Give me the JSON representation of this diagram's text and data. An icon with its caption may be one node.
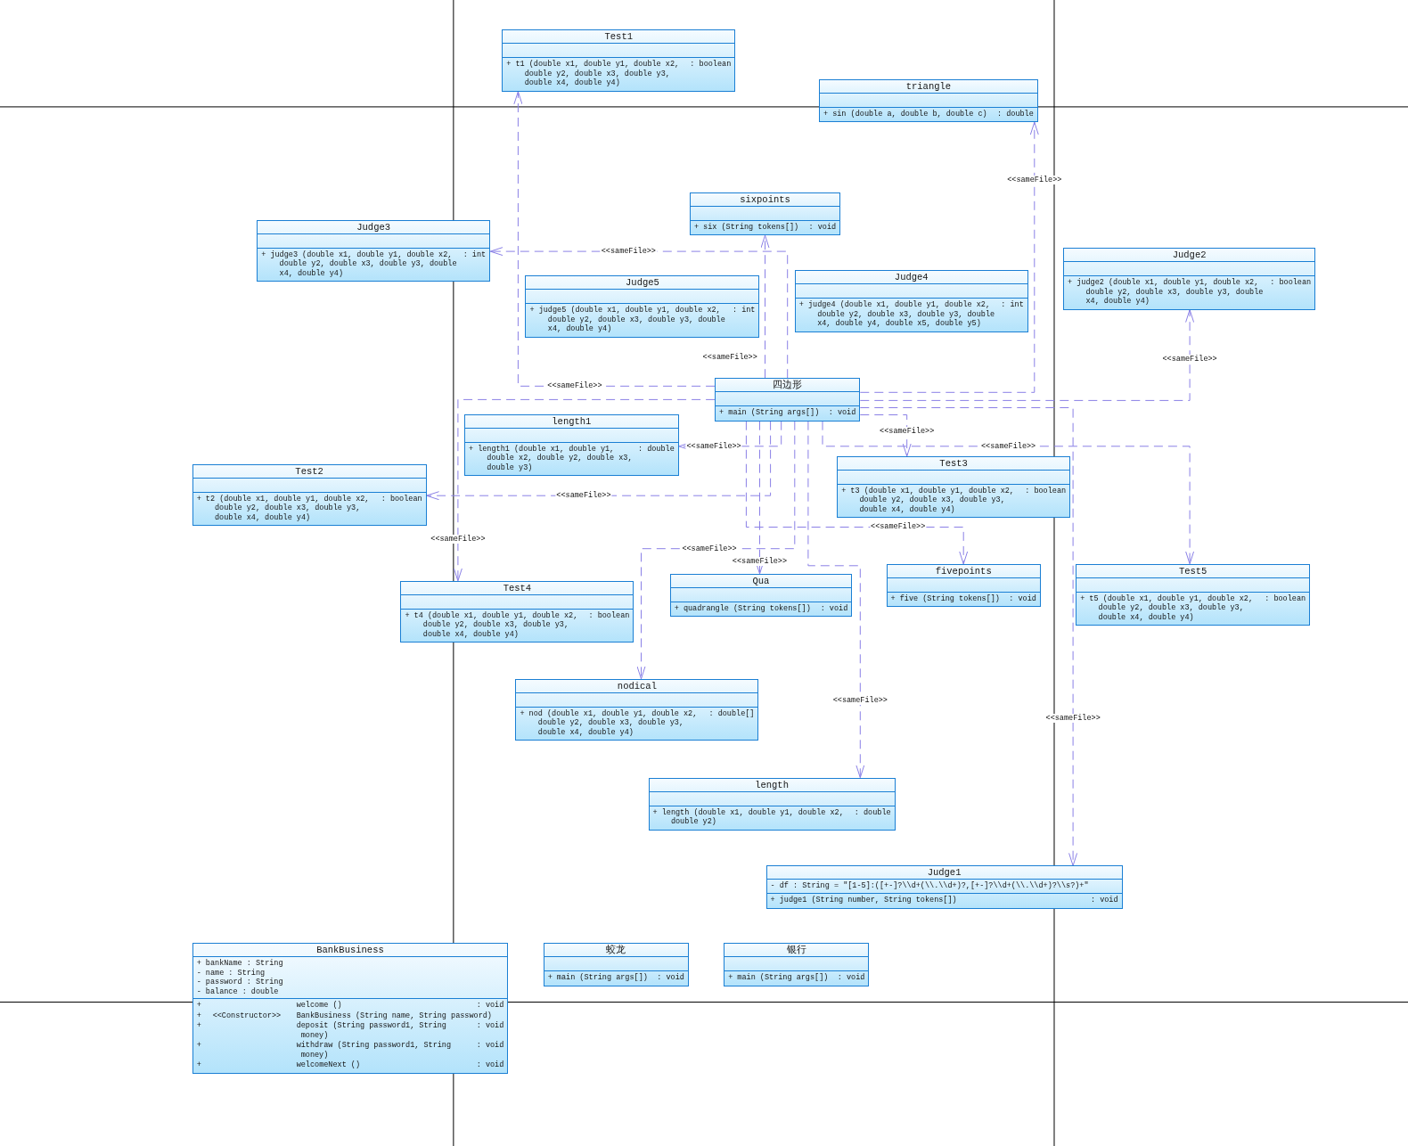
{
  "diagram": {
    "nodes": [
      {
        "text": [
          "Test1",
          "+ t1 (double x1, double y1, double x2, double y2, double x3, double y3, double x4, double y4)",
          ": boolean"
        ]
      },
      {
        "text": [
          "triangle",
          "+ sin (double a, double b, double c)",
          ": double"
        ]
      },
      {
        "text": [
          "sixpoints",
          "+ six (String tokens[])",
          ": void"
        ]
      },
      {
        "text": [
          "Judge3",
          "+ judge3 (double x1, double y1, double x2, double y2, double x3, double y3, double x4, double y4)",
          ": int"
        ]
      },
      {
        "text": [
          "Judge2",
          "+ judge2 (double x1, double y1, double x2, double y2, double x3, double y3, double x4, double y4)",
          ": boolean"
        ]
      },
      {
        "text": [
          "Judge4",
          "+ judge4 (double x1, double y1, double x2, double y2, double x3, double y3, double x4, double y4, double x5, double y5)",
          ": int"
        ]
      },
      {
        "text": [
          "Judge5",
          "+ judge5 (double x1, double y1, double x2, double y2, double x3, double y3, double x4, double y4)",
          ": int"
        ]
      },
      {
        "text": [
          "四边形",
          "+ main (String args[])",
          ": void"
        ]
      },
      {
        "text": [
          "length1",
          "+ length1 (double x1, double y1, double x2, double y2, double x3, double y3)",
          ": double"
        ]
      },
      {
        "text": [
          "Test3",
          "+ t3 (double x1, double y1, double x2, double y2, double x3, double y3, double x4, double y4)",
          ": boolean"
        ]
      },
      {
        "text": [
          "Test2",
          "+ t2 (double x1, double y1, double x2, double y2, double x3, double y3, double x4, double y4)",
          ": boolean"
        ]
      },
      {
        "text": [
          "fivepoints",
          "+ five (String tokens[])",
          ": void"
        ]
      },
      {
        "text": [
          "Test5",
          "+ t5 (double x1, double y1, double x2, double y2, double x3, double y3, double x4, double y4)",
          ": boolean"
        ]
      },
      {
        "text": [
          "Qua",
          "+ quadrangle (String tokens[])",
          ": void"
        ]
      },
      {
        "text": [
          "Test4",
          "+ t4 (double x1, double y1, double x2, double y2, double x3, double y3, double x4, double y4)",
          ": boolean"
        ]
      },
      {
        "text": [
          "nodical",
          "+ nod (double x1, double y1, double x2, double y2, double x3, double y3, double x4, double y4)",
          ": double[]"
        ]
      },
      {
        "text": [
          "length",
          "+ length (double x1, double y1, double x2, double y2)",
          ": double"
        ]
      },
      {
        "text": [
          "Judge1",
          "- df : String = \"[1-5]:([+-]?\\\\d+(\\\\.\\\\d+)?,[+-]?\\\\d+(\\\\.\\\\d+)?\\\\s?)+\"",
          "+ judge1 (String number, String tokens[])",
          ": void"
        ]
      },
      {
        "text": [
          "BankBusiness",
          "+ bankName : String",
          "- name : String",
          "- password : String",
          "- balance : double",
          "+",
          "welcome ()",
          ": void",
          "+",
          "<<Constructor>>",
          "BankBusiness (String name, String password)",
          "+",
          "deposit (String password1, String money)",
          ": void",
          "+",
          "withdraw (String password1, String money)",
          ": void",
          "+",
          "welcomeNext ()",
          ": void"
        ]
      },
      {
        "text": [
          "蛟龙",
          "+ main (String args[])",
          ": void"
        ]
      },
      {
        "text": [
          "银行",
          "+ main (String args[])",
          ": void"
        ]
      }
    ],
    "edges": [
      {
        "from": 7,
        "to": 0,
        "arrow": "to",
        "label": "<<sameFile>>",
        "style": "dashed"
      },
      {
        "from": 7,
        "to": 3,
        "arrow": "to",
        "label": "<<sameFile>>",
        "style": "dashed"
      },
      {
        "from": 7,
        "to": 2,
        "arrow": "to",
        "label": "<<sameFile>>",
        "style": "dashed"
      },
      {
        "from": 7,
        "to": 1,
        "arrow": "to",
        "label": "<<sameFile>>",
        "style": "dashed"
      },
      {
        "from": 7,
        "to": 4,
        "arrow": "to",
        "label": "<<sameFile>>",
        "style": "dashed"
      },
      {
        "from": 7,
        "to": 17,
        "arrow": "to",
        "label": "<<sameFile>>",
        "style": "dashed"
      },
      {
        "from": 7,
        "to": 8,
        "arrow": "to",
        "label": "<<sameFile>>",
        "style": "dashed"
      },
      {
        "from": 7,
        "to": 10,
        "arrow": "to",
        "label": "<<sameFile>>",
        "style": "dashed"
      },
      {
        "from": 7,
        "to": 9,
        "arrow": "to",
        "label": "<<sameFile>>",
        "style": "dashed"
      },
      {
        "from": 7,
        "to": 14,
        "arrow": "to",
        "label": "<<sameFile>>",
        "style": "dashed"
      },
      {
        "from": 7,
        "to": 13,
        "arrow": "to",
        "label": "<<sameFile>>",
        "style": "dashed"
      },
      {
        "from": 7,
        "to": 11,
        "arrow": "to",
        "label": "<<sameFile>>",
        "style": "dashed"
      },
      {
        "from": 7,
        "to": 12,
        "arrow": "to",
        "label": "<<sameFile>>",
        "style": "dashed"
      },
      {
        "from": 7,
        "to": 15,
        "arrow": "to",
        "label": "<<sameFile>>",
        "style": "dashed"
      },
      {
        "from": 7,
        "to": 16,
        "arrow": "to",
        "label": "<<sameFile>>",
        "style": "dashed"
      }
    ]
  }
}
